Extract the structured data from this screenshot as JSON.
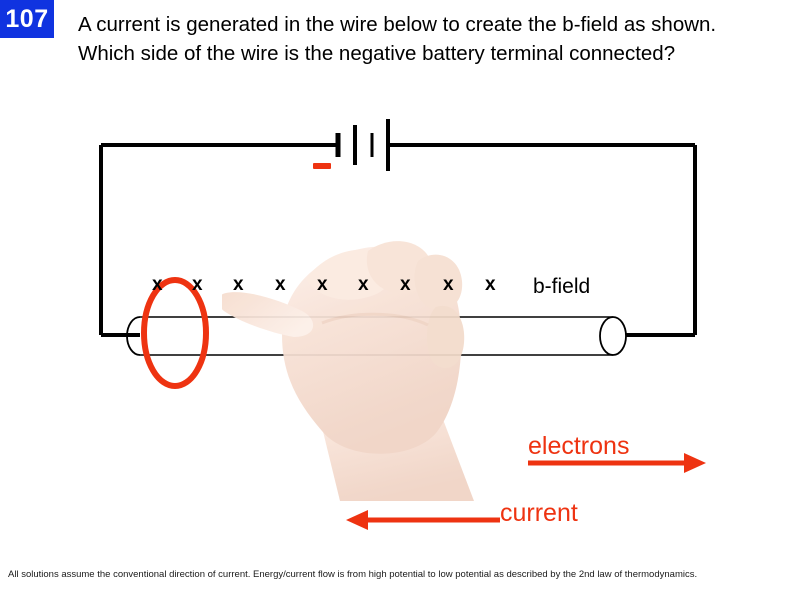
{
  "slide": {
    "number": "107",
    "question": "A current is generated in the wire below to create the b-field as shown. Which side of the wire is the negative battery terminal connected?",
    "footer": "All solutions assume the conventional direction of current. Energy/current flow is from high potential to low potential as described by the 2nd law of thermodynamics."
  },
  "colors": {
    "badge_blue": "#1033e0",
    "accent_red": "#ee3311",
    "wire_black": "#000000",
    "skin": "#f5ddd2"
  },
  "diagram": {
    "bfield_label": "b-field",
    "electrons_label": "electrons",
    "current_label": "current",
    "battery_minus_sign": "−",
    "field_marks": [
      "x",
      "x",
      "x",
      "x",
      "x",
      "x",
      "x",
      "x",
      "x"
    ],
    "field_mark_count": 9,
    "field_direction": "into-page",
    "electrons_arrow_direction": "right",
    "current_arrow_direction": "left",
    "highlight_side": "left",
    "hand_gesture": "right-hand-rule-fist-thumb-left"
  }
}
